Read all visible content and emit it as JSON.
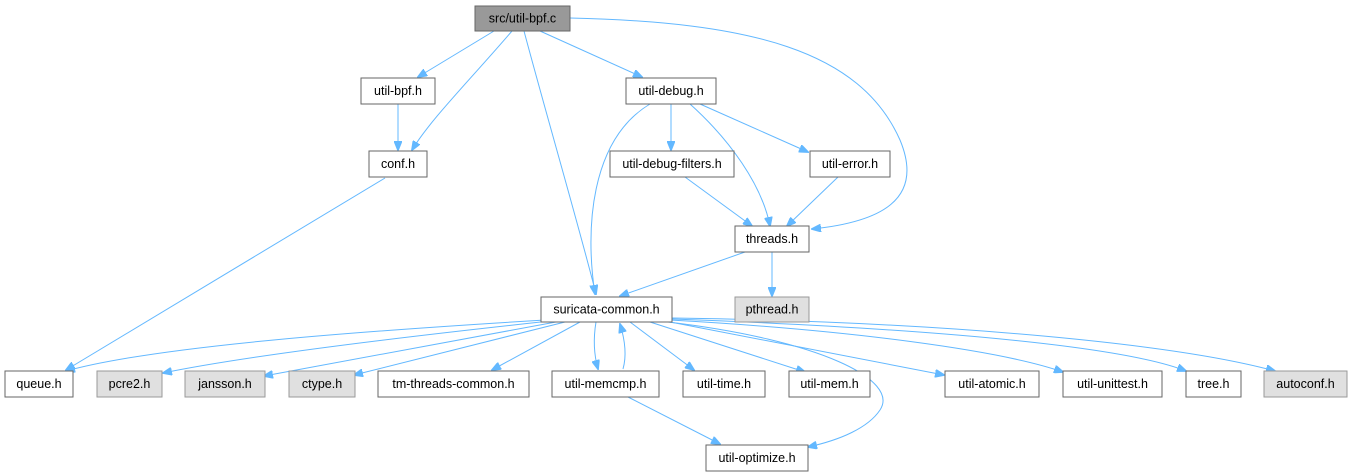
{
  "nodes": {
    "root": "src/util-bpf.c",
    "util_bpf_h": "util-bpf.h",
    "conf_h": "conf.h",
    "util_debug_h": "util-debug.h",
    "util_debug_filters_h": "util-debug-filters.h",
    "util_error_h": "util-error.h",
    "threads_h": "threads.h",
    "pthread_h": "pthread.h",
    "suricata_common_h": "suricata-common.h",
    "queue_h": "queue.h",
    "pcre2_h": "pcre2.h",
    "jansson_h": "jansson.h",
    "ctype_h": "ctype.h",
    "tm_threads_common_h": "tm-threads-common.h",
    "util_memcmp_h": "util-memcmp.h",
    "util_time_h": "util-time.h",
    "util_mem_h": "util-mem.h",
    "util_atomic_h": "util-atomic.h",
    "util_unittest_h": "util-unittest.h",
    "tree_h": "tree.h",
    "autoconf_h": "autoconf.h",
    "util_optimize_h": "util-optimize.h"
  },
  "colors": {
    "edge": "#63b8ff",
    "root_fill": "#999999",
    "external_fill": "#e0e0e0",
    "node_fill": "#ffffff"
  }
}
